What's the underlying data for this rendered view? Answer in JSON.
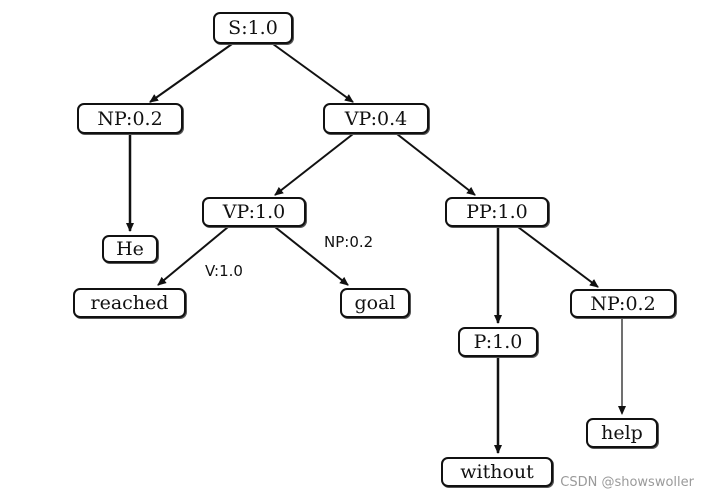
{
  "nodes": {
    "s": "S:1.0",
    "np_top": "NP:0.2",
    "vp_top": "VP:0.4",
    "he": "He",
    "vp_mid": "VP:1.0",
    "pp": "PP:1.0",
    "reached": "reached",
    "goal": "goal",
    "np_right": "NP:0.2",
    "p": "P:1.0",
    "help": "help",
    "without": "without"
  },
  "edge_labels": {
    "v": "V:1.0",
    "np": "NP:0.2"
  },
  "watermark": "CSDN @showswoller"
}
